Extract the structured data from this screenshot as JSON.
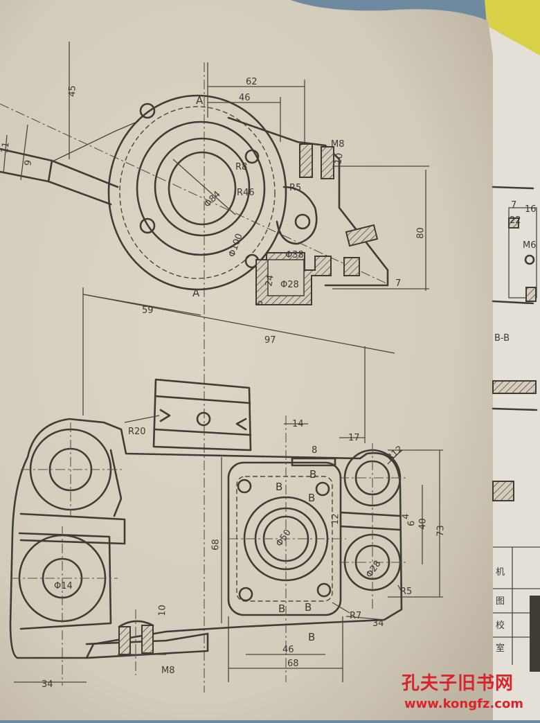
{
  "drawing": {
    "top_view": {
      "section_labels": [
        "A",
        "A"
      ],
      "dims": [
        "62",
        "46",
        "M8",
        "10",
        "45",
        "9",
        "11",
        "R8",
        "R46",
        "R5",
        "Φ84",
        "Φ100",
        "Φ38",
        "Φ28",
        "24",
        "5",
        "80",
        "7"
      ]
    },
    "front_view": {
      "dims": [
        "59",
        "97",
        "R20",
        "14",
        "8",
        "17",
        "R12",
        "68",
        "12",
        "4",
        "6",
        "40",
        "73",
        "Φ50",
        "Φ14",
        "Φ28",
        "R5",
        "R7",
        "34",
        "46",
        "68",
        "10",
        "M8",
        "34"
      ],
      "section_labels": [
        "B",
        "B",
        "B",
        "B",
        "B",
        "B"
      ]
    },
    "right_panel": {
      "dims": [
        "7",
        "16",
        "22",
        "M6"
      ],
      "label": "B-B"
    },
    "table_labels": [
      "机",
      "图",
      "校",
      "室"
    ]
  },
  "watermark": {
    "cn": "孔夫子旧书网",
    "url": "www.kongfz.com"
  },
  "colors": {
    "paper": "#d8d0c0",
    "ink": "#3f3b35",
    "watermark": "#d9242a",
    "background": "#6d8aa0"
  }
}
